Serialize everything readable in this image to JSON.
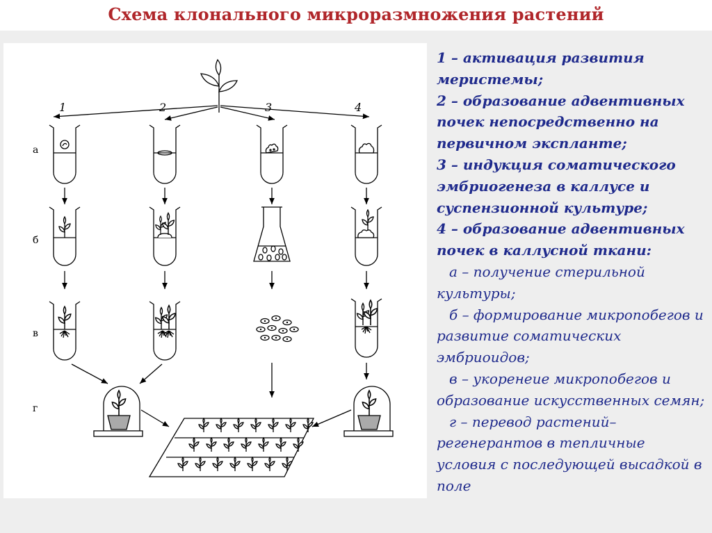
{
  "title": "Схема клонального микроразмножения растений",
  "diagram": {
    "branch_labels": [
      "1",
      "2",
      "3",
      "4"
    ],
    "stage_labels": [
      "а",
      "б",
      "в",
      "г"
    ]
  },
  "legend": {
    "items": [
      "1 – активация развития меристемы;",
      "2 – образование адвентивных почек непосредственно на первичном экспланте;",
      "3 – индукция соматического эмбриогенеза в каллусе и суспензионной культуре;",
      "4 – образование адвентивных почек в каллусной ткани:"
    ],
    "stages": [
      "а – получение стерильной культуры;",
      "б – формирование микропобегов и развитие соматических эмбриоидов;",
      "в – укоренеие микропобегов и образование искусственных семян;",
      "г – перевод растений–регенерантов в тепличные условия с последующей высадкой в поле"
    ]
  }
}
